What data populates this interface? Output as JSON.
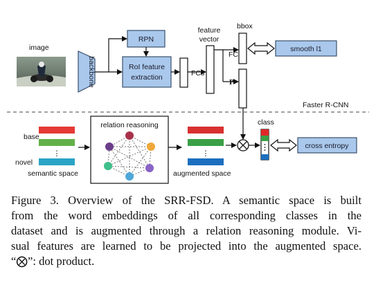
{
  "figure": {
    "labels": {
      "image": "image",
      "backbone": "backbone",
      "rpn": "RPN",
      "roi_line1": "RoI feature",
      "roi_line2": "extraction",
      "fcs": "FCs",
      "feature_vector_line1": "feature",
      "feature_vector_line2": "vector",
      "bbox": "bbox",
      "fc": "FC",
      "p": "P",
      "smooth_l1": "smooth l1",
      "faster_rcnn": "Faster R-CNN",
      "base": "base",
      "novel": "novel",
      "semantic_space": "semantic space",
      "relation_reasoning": "relation reasoning",
      "augmented_space": "augmented space",
      "class": "class",
      "cross_entropy": "cross entropy",
      "ellipsis": "⋮"
    },
    "colors": {
      "blue_box": "#9ec0e6",
      "box_border": "#3a4f6a",
      "base_red": "#e53935",
      "base_green": "#63b04a",
      "novel_cyan": "#2aa4c4",
      "aug_red": "#d93030",
      "aug_green": "#3aa046",
      "aug_blue": "#1c6fbf",
      "nodes": [
        "#a8324a",
        "#f0a83a",
        "#8a63c6",
        "#4fa8d8",
        "#3fbf8a",
        "#6a3e8a"
      ]
    }
  },
  "caption": {
    "lines": [
      "Figure 3. Overview of the SRR-FSD. A semantic space is built",
      "from the word embeddings of all corresponding classes in the",
      "dataset and is augmented through a relation reasoning module. Vi-",
      "sual features are learned to be projected into the augmented space.",
      "“⨂”: dot product."
    ]
  }
}
